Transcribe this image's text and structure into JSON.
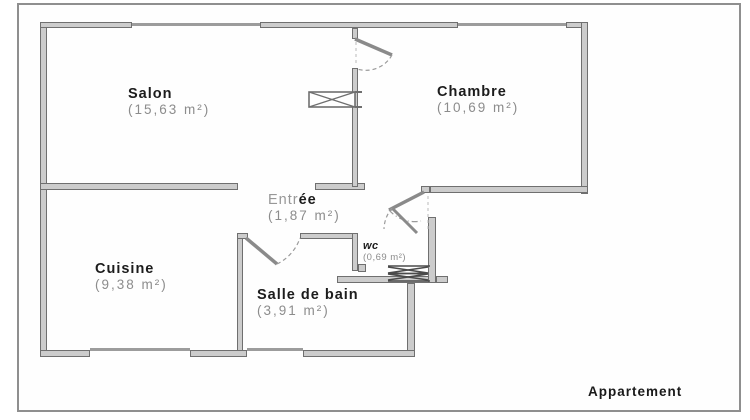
{
  "plan": {
    "title": "Appartement",
    "rooms": [
      {
        "name": "Salon",
        "area": "(15,63 m²)"
      },
      {
        "name": "Chambre",
        "area": "(10,69 m²)"
      },
      {
        "name_prefix": "Entr",
        "name_suffix": "ée",
        "area": "(1,87 m²)"
      },
      {
        "name": "Cuisine",
        "area": "(9,38 m²)"
      },
      {
        "name": "Salle de bain",
        "area": "(3,91 m²)"
      },
      {
        "name": "wc",
        "area": "(0,69 m²)"
      }
    ],
    "symbols": [
      "flue-symbol",
      "radiator-symbol",
      "door-swing-arc",
      "window-symbol"
    ],
    "colors": {
      "wall_fill": "#cccccc",
      "wall_edge": "#6f6f6f",
      "window_line": "#9c9c9c",
      "door_leaf": "#8a8a8a",
      "text_black": "#1c1c1c",
      "text_gray": "#8c8c8c",
      "frame_border": "#8f8f8f",
      "background": "#ffffff"
    }
  }
}
